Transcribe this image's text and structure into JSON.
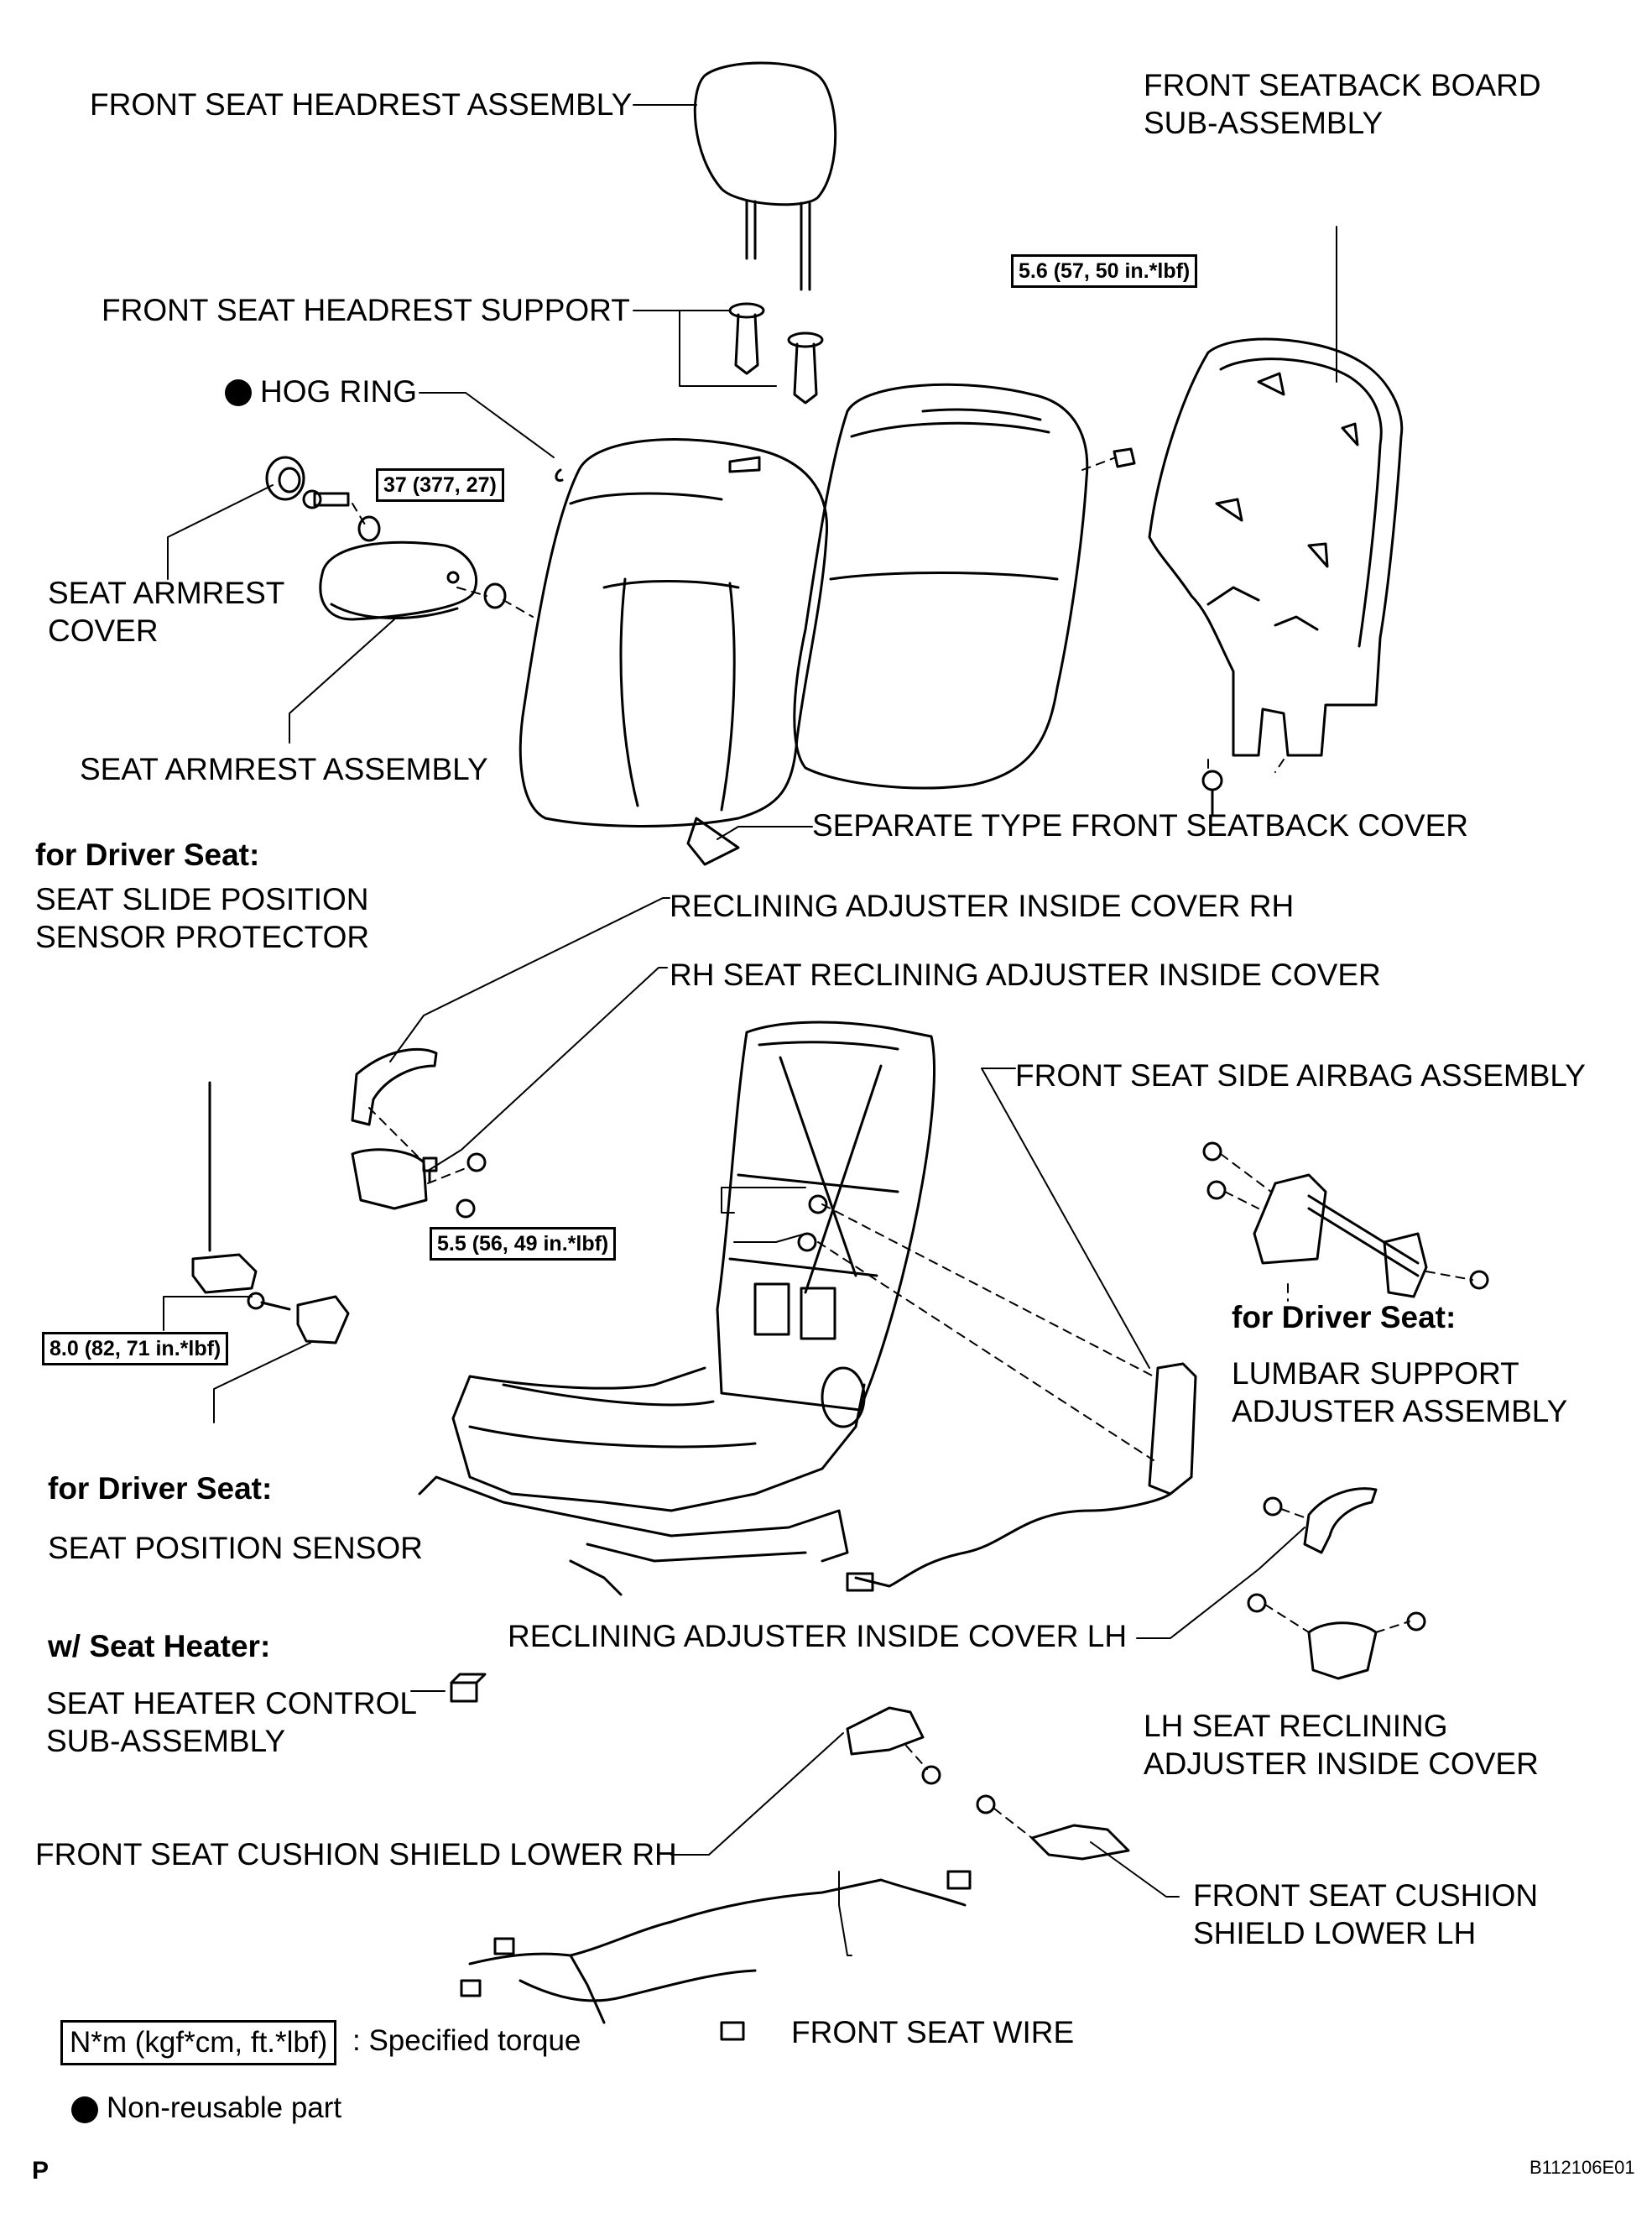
{
  "labels": {
    "headrest_assembly": "FRONT SEAT HEADREST ASSEMBLY",
    "headrest_support": "FRONT SEAT HEADREST SUPPORT",
    "hog_ring": "HOG RING",
    "armrest_cover_1": "SEAT ARMREST",
    "armrest_cover_2": "COVER",
    "armrest_assembly": "SEAT ARMREST ASSEMBLY",
    "seatback_board_1": "FRONT SEATBACK BOARD",
    "seatback_board_2": "SUB-ASSEMBLY",
    "seatback_cover": "SEPARATE TYPE FRONT SEATBACK COVER",
    "driver_seat_1": "for Driver Seat:",
    "slide_sensor_protector_1": "SEAT SLIDE POSITION",
    "slide_sensor_protector_2": "SENSOR PROTECTOR",
    "reclining_cover_rh": "RECLINING ADJUSTER INSIDE COVER RH",
    "rh_reclining_cover": "RH SEAT RECLINING ADJUSTER INSIDE COVER",
    "side_airbag": "FRONT SEAT SIDE AIRBAG ASSEMBLY",
    "driver_seat_2": "for Driver Seat:",
    "lumbar_1": "LUMBAR SUPPORT",
    "lumbar_2": "ADJUSTER ASSEMBLY",
    "driver_seat_3": "for Driver Seat:",
    "position_sensor": "SEAT POSITION SENSOR",
    "seat_heater_condition": "w/ Seat Heater:",
    "heater_control_1": "SEAT HEATER CONTROL",
    "heater_control_2": "SUB-ASSEMBLY",
    "reclining_cover_lh": "RECLINING ADJUSTER INSIDE COVER LH",
    "lh_reclining_cover_1": "LH SEAT RECLINING",
    "lh_reclining_cover_2": "ADJUSTER INSIDE COVER",
    "cushion_shield_rh": "FRONT SEAT CUSHION SHIELD LOWER RH",
    "cushion_shield_lh_1": "FRONT SEAT CUSHION",
    "cushion_shield_lh_2": "SHIELD LOWER LH",
    "seat_wire": "FRONT SEAT WIRE"
  },
  "torques": {
    "seatback_board": "5.6 (57, 50 in.*lbf)",
    "armrest": "37 (377, 27)",
    "reclining_cover": "5.5 (56, 49 in.*lbf)",
    "slide_sensor": "8.0 (82, 71 in.*lbf)"
  },
  "legend": {
    "torque_units": "N*m (kgf*cm, ft.*lbf)",
    "torque_desc": ": Specified torque",
    "non_reusable": "Non-reusable part"
  },
  "footer": {
    "code": "B112106E01",
    "page_mark": "P"
  }
}
